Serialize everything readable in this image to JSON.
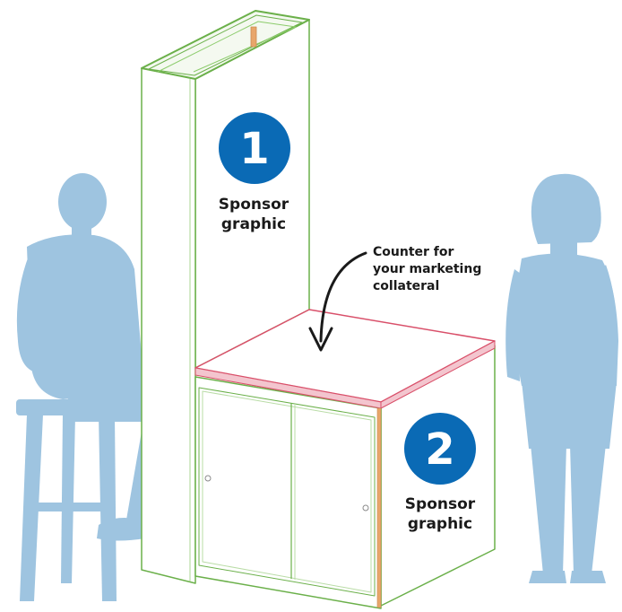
{
  "markers": [
    {
      "number": "1",
      "label_line1": "Sponsor",
      "label_line2": "graphic"
    },
    {
      "number": "2",
      "label_line1": "Sponsor",
      "label_line2": "graphic"
    }
  ],
  "callout": {
    "line1": "Counter for",
    "line2": "your marketing",
    "line3": "collateral"
  },
  "colors": {
    "marker_fill": "#0a6ab5",
    "silhouette": "#9ec4e0",
    "outline_green": "#6bb04a",
    "outline_red": "#d9506a",
    "wood_accent": "#e8a66b"
  }
}
